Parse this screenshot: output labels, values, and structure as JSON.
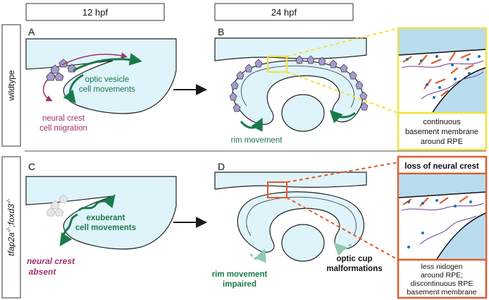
{
  "headers": {
    "col1": "12 hpf",
    "col2": "24 hpf"
  },
  "rows": {
    "wildtype": {
      "label": "wildtype"
    },
    "mutant": {
      "label_gene1": "tfap2a",
      "label_sup1": "-/-",
      "label_sep": ";",
      "label_gene2": "foxd3",
      "label_sup2": "-/-"
    }
  },
  "panels": {
    "A": {
      "letter": "A",
      "optic_line1": "optic vesicle",
      "optic_line2": "cell movements",
      "nc_line1": "neural crest",
      "nc_line2": "cell migration"
    },
    "B": {
      "letter": "B",
      "rim_label": "rim movement",
      "inset_line1": "continuous",
      "inset_line2": "basement membrane",
      "inset_line3": "around RPE"
    },
    "C": {
      "letter": "C",
      "move_line1": "exuberant",
      "move_line2": "cell movements",
      "nc_line1": "neural crest",
      "nc_line2": "absent"
    },
    "D": {
      "letter": "D",
      "rim_line1": "rim movement",
      "rim_line2": "impaired",
      "cup_line1": "optic cup",
      "cup_line2": "malformations",
      "inset_title": "loss of neural crest",
      "inset_line1": "less nidogen",
      "inset_line2": "around RPE;",
      "inset_line3": "discontinuous RPE",
      "inset_line4": "basement membrane"
    }
  },
  "colors": {
    "tissue": "#dff3fb",
    "tissue_dark": "#b8dcee",
    "green": "#1a7a4a",
    "green_light": "#8fc9b0",
    "magenta": "#a0306e",
    "crest": "#a79bd1",
    "yellow": "#f2e23a",
    "orange": "#e25a2a"
  }
}
